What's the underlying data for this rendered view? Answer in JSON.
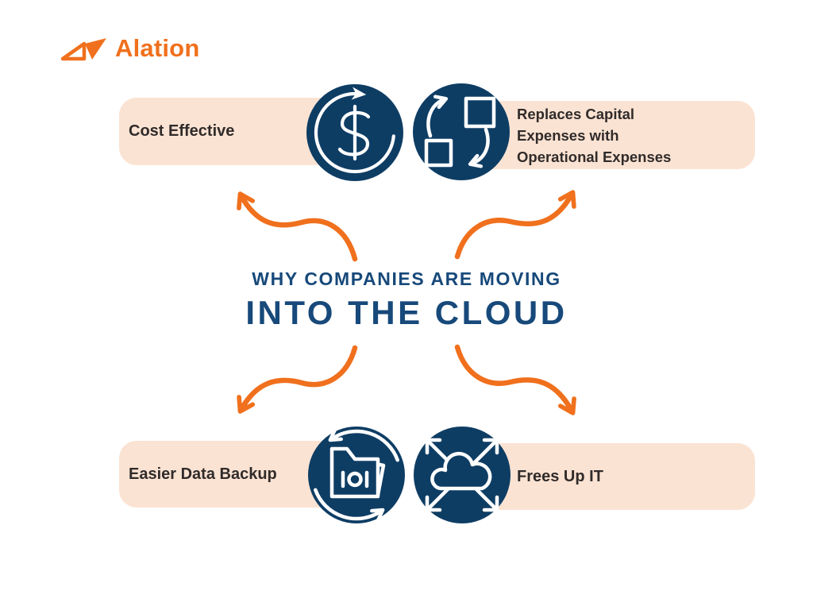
{
  "logo": {
    "brand": "Alation",
    "mark": "alation-bowtie-mark"
  },
  "title": {
    "line1": "WHY COMPANIES ARE MOVING",
    "line2": "INTO THE CLOUD"
  },
  "benefits": [
    {
      "label": "Cost Effective",
      "icon": "dollar-cycle-icon",
      "position": "top-left"
    },
    {
      "label": "Replaces Capital Expenses with Operational Expenses",
      "icon": "squares-swap-icon",
      "position": "top-right"
    },
    {
      "label": "Easier Data Backup",
      "icon": "folder-sync-icon",
      "position": "bottom-left"
    },
    {
      "label": "Frees Up IT",
      "icon": "cloud-expand-icon",
      "position": "bottom-right"
    }
  ],
  "colors": {
    "orange": "#F0701D",
    "navy": "#0E3D64",
    "peach": "#FBE3D3",
    "title": "#17497A",
    "text": "#302B2A"
  }
}
